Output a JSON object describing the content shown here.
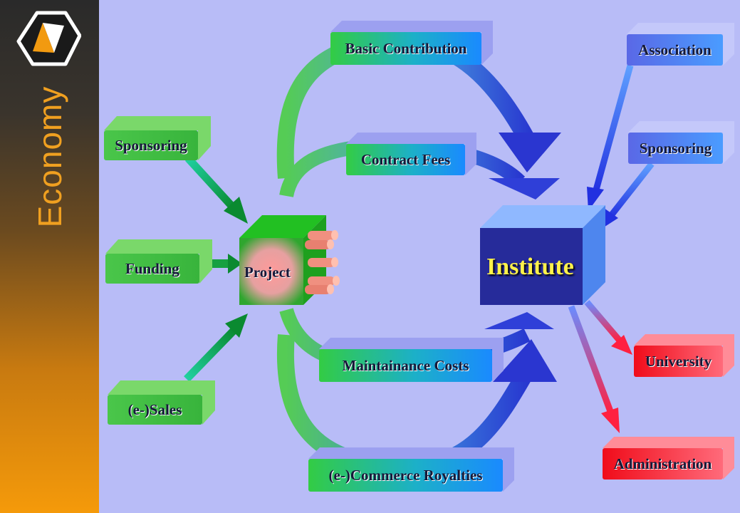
{
  "sidebar": {
    "title": "Economy"
  },
  "center": {
    "project": "Project",
    "institute": "Institute"
  },
  "left_sources": {
    "sponsoring": "Sponsoring",
    "funding": "Funding",
    "esales": "(e-)Sales"
  },
  "middle_flows": {
    "basic_contribution": "Basic Contribution",
    "contract_fees": "Contract Fees",
    "maintainance_costs": "Maintainance Costs",
    "ecommerce_royalties": "(e-)Commerce Royalties"
  },
  "right_sources": {
    "association": "Association",
    "sponsoring": "Sponsoring"
  },
  "right_targets": {
    "university": "University",
    "administration": "Administration"
  },
  "colors": {
    "institute_front": "#262b9a",
    "institute_text": "#fff14a",
    "background": "#b8bcf7",
    "sidebar_accent": "#f0a020"
  }
}
